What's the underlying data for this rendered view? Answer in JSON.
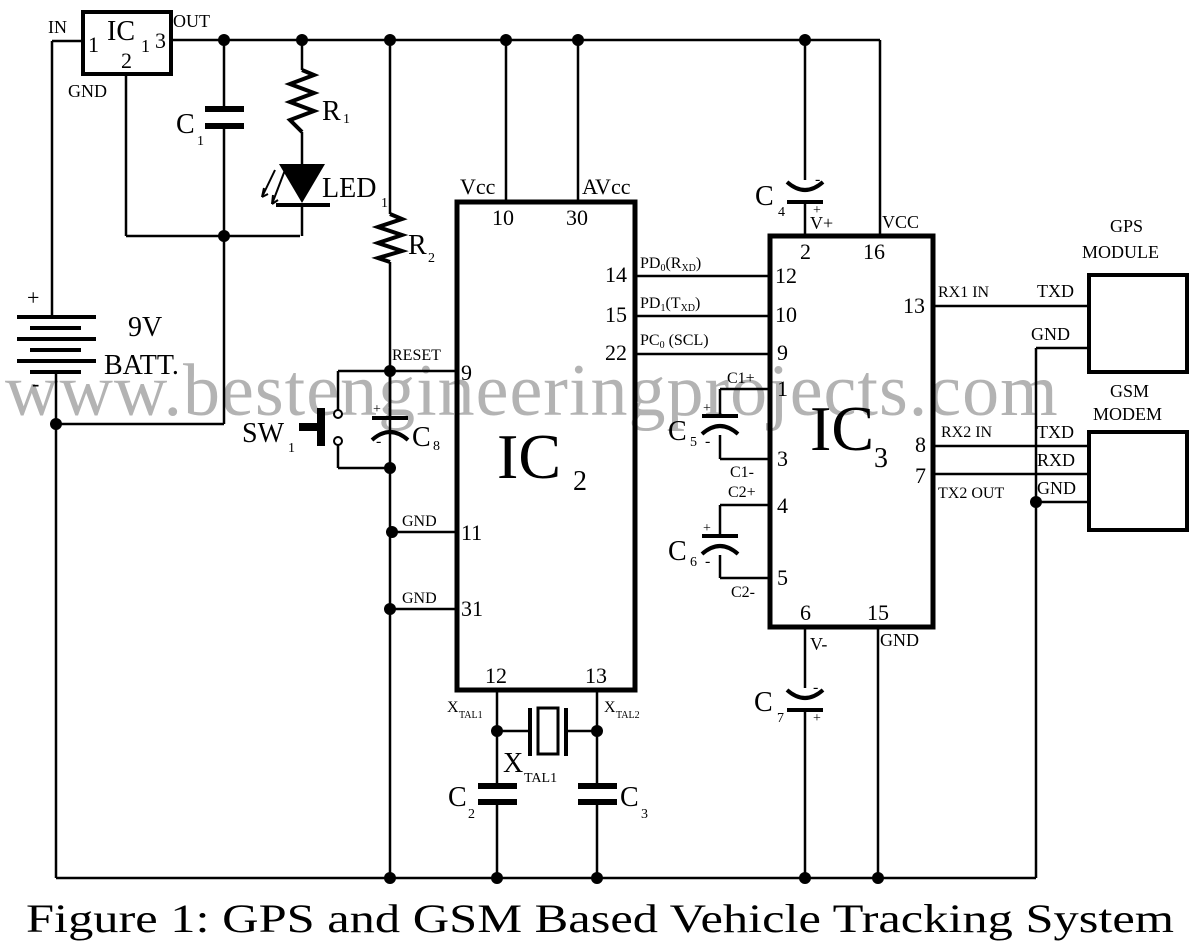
{
  "caption": "Figure 1: GPS and GSM Based Vehicle Tracking System",
  "watermark": "www.bestengineeringprojects.com",
  "colors": {
    "ink": "#000000",
    "watermark": "#9a9a9a",
    "background": "#ffffff"
  },
  "ic1": {
    "name": "IC",
    "sub": "1",
    "pin_in_label": "IN",
    "pin_out_label": "OUT",
    "pin_gnd_label": "GND",
    "pin1": "1",
    "pin2": "2",
    "pin3": "3"
  },
  "c1": {
    "name": "C",
    "sub": "1"
  },
  "r1": {
    "name": "R",
    "sub": "1"
  },
  "led1": {
    "name": "LED",
    "sub": "1"
  },
  "r2": {
    "name": "R",
    "sub": "2"
  },
  "battery": {
    "voltage": "9V",
    "label": "BATT.",
    "plus": "+",
    "minus": "-"
  },
  "sw1": {
    "name": "SW",
    "sub": "1"
  },
  "c8": {
    "name": "C",
    "sub": "8",
    "plus": "+",
    "minus": "-"
  },
  "ic2": {
    "name": "IC",
    "sub": "2",
    "vcc_label": "Vcc",
    "vcc_pin": "10",
    "avcc_label": "AVcc",
    "avcc_pin": "30",
    "reset_label": "RESET",
    "reset_pin": "9",
    "gnd1_label": "GND",
    "gnd1_pin": "11",
    "gnd2_label": "GND",
    "gnd2_pin": "31",
    "xtal1_pin": "12",
    "xtal2_pin": "13",
    "xtal1_label": "X",
    "xtal1_sub": "TAL1",
    "xtal2_label": "X",
    "xtal2_sub": "TAL2",
    "right_pins": [
      {
        "pin": "14",
        "label": "PD",
        "sub": "0",
        "suffix": "(R",
        "sub2": "XD",
        "end": ")"
      },
      {
        "pin": "15",
        "label": "PD",
        "sub": "1",
        "suffix": "(T",
        "sub2": "XD",
        "end": ")"
      },
      {
        "pin": "22",
        "label": "PC",
        "sub": "0",
        "suffix": " (SCL)",
        "sub2": "",
        "end": ""
      }
    ]
  },
  "crystal": {
    "name": "X",
    "sub": "TAL1"
  },
  "c2": {
    "name": "C",
    "sub": "2"
  },
  "c3": {
    "name": "C",
    "sub": "3"
  },
  "c4": {
    "name": "C",
    "sub": "4",
    "plus": "+",
    "minus": "-"
  },
  "c5": {
    "name": "C",
    "sub": "5",
    "plus": "+",
    "minus": "-"
  },
  "c6": {
    "name": "C",
    "sub": "6",
    "plus": "+",
    "minus": "-"
  },
  "c7": {
    "name": "C",
    "sub": "7",
    "plus": "+",
    "minus": "-"
  },
  "ic3": {
    "name": "IC",
    "sub": "3",
    "vplus_label": "V+",
    "vplus_pin": "2",
    "vcc_label": "VCC",
    "vcc_pin": "16",
    "vminus_label": "V-",
    "vminus_pin": "6",
    "gnd_label": "GND",
    "gnd_pin": "15",
    "left_pins": [
      "12",
      "10",
      "9",
      "1",
      "3",
      "4",
      "5"
    ],
    "c1plus": "C1+",
    "c1minus": "C1-",
    "c2plus": "C2+",
    "c2minus": "C2-",
    "rx1_pin": "13",
    "rx1_label": "RX1 IN",
    "rx2_pin": "8",
    "rx2_label": "RX2 IN",
    "tx2_pin": "7",
    "tx2_label": "TX2 OUT"
  },
  "gps": {
    "title_line1": "GPS",
    "title_line2": "MODULE",
    "txd": "TXD",
    "gnd": "GND"
  },
  "gsm": {
    "title_line1": "GSM",
    "title_line2": "MODEM",
    "txd": "TXD",
    "rxd": "RXD",
    "gnd": "GND"
  }
}
